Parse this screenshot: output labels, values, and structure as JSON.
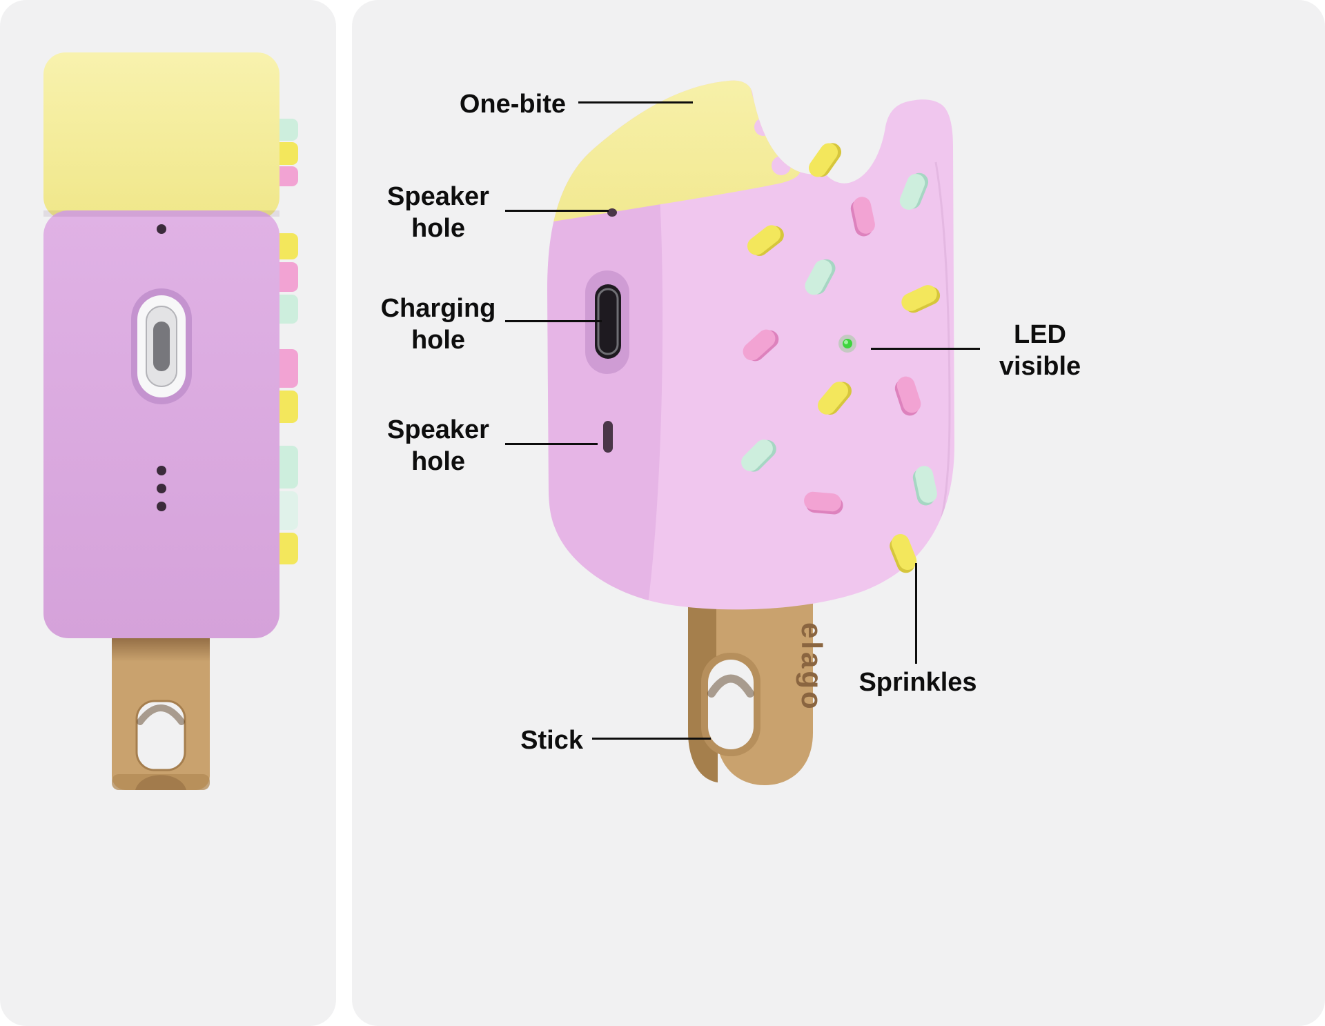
{
  "labels": {
    "one_bite": "One-bite",
    "speaker_hole_top": "Speaker hole",
    "charging_hole": "Charging hole",
    "speaker_hole_bottom": "Speaker hole",
    "led_visible": "LED visible",
    "sprinkles": "Sprinkles",
    "stick": "Stick"
  },
  "brand": {
    "logo": "elago"
  },
  "colors": {
    "panel_bg": "#f1f1f2",
    "case_pink_front": "#f0c6ee",
    "case_pink_side": "#dcabe1",
    "bite_yellow": "#f6efa0",
    "stick_tan": "#c9a26e",
    "stick_shadow": "#a57f4c",
    "led_green": "#3ed43e",
    "sprinkle_yellow": "#f3e75c",
    "sprinkle_pink": "#f2a3d3",
    "sprinkle_mint": "#cdeedd",
    "label_text": "#0d0d0d"
  }
}
